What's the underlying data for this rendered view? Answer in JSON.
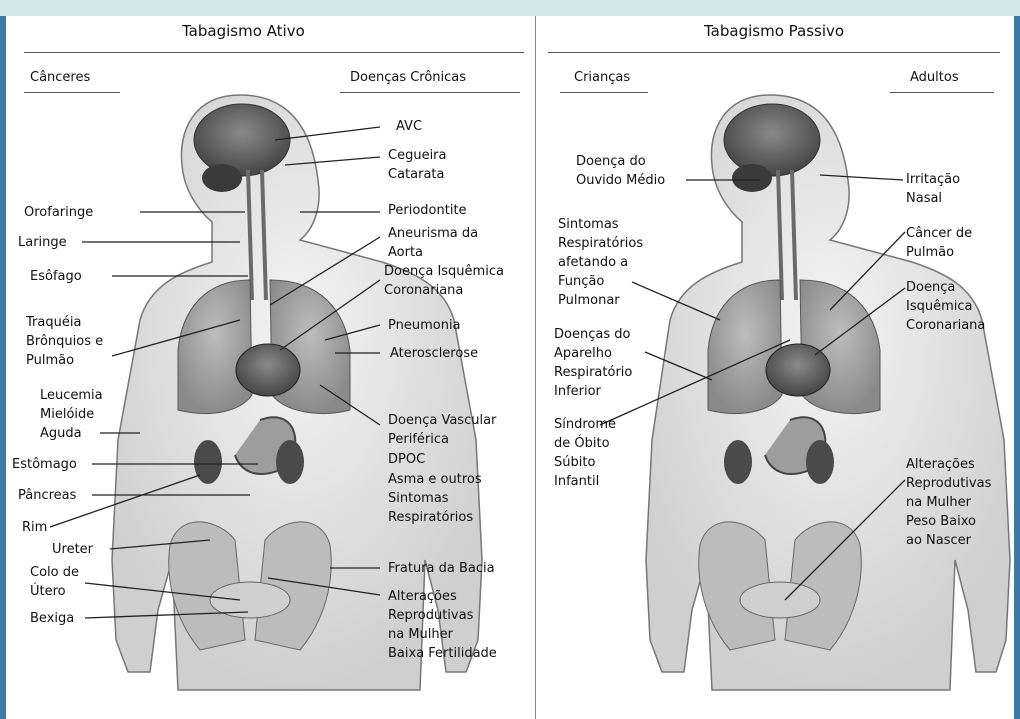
{
  "panels": {
    "active": {
      "title": "Tabagismo Ativo",
      "left_heading": "Cânceres",
      "right_heading": "Doenças Crônicas",
      "left_labels": [
        "Orofaringe",
        "Laringe",
        "Esôfago",
        "Traquéia\nBrônquios e\nPulmão",
        "Leucemia\nMielóide\nAguda",
        "Estômago",
        "Pâncreas",
        "Rim",
        "Ureter",
        "Colo de\nÚtero",
        "Bexiga"
      ],
      "right_labels": [
        "AVC",
        "Cegueira\nCatarata",
        "Periodontite",
        "Aneurisma da\nAorta",
        "Doença Isquêmica\nCoronariana",
        "Pneumonia",
        "Aterosclerose",
        "Doença Vascular\nPeriférica",
        "DPOC",
        "Asma e outros\nSintomas\nRespiratórios",
        "Fratura da Bacia",
        "Alterações\nReprodutivas\nna Mulher\nBaixa Fertilidade"
      ]
    },
    "passive": {
      "title": "Tabagismo Passivo",
      "left_heading": "Crianças",
      "right_heading": "Adultos",
      "left_labels": [
        "Doença do\nOuvido Médio",
        "Sintomas\nRespiratórios\nafetando a\nFunção\nPulmonar",
        "Doenças do\nAparelho\nRespiratório\nInferior",
        "Síndrome\nde Óbito\nSúbito\nInfantil"
      ],
      "right_labels": [
        "Irritação\nNasal",
        "Câncer de\nPulmão",
        "Doença\nIsquêmica\nCoronariana",
        "Alterações\nReprodutivas\nna Mulher\nPeso Baixo\nao Nascer"
      ]
    }
  }
}
